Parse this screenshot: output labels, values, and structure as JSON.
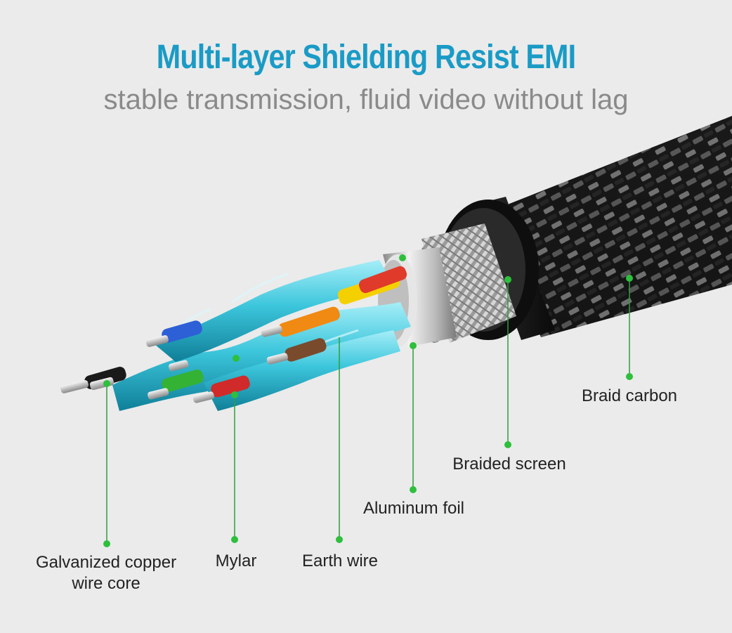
{
  "headline": {
    "title": "Multi-layer Shielding Resist EMI",
    "subtitle": "stable transmission, fluid video without lag"
  },
  "callouts": {
    "galvanized_line1": "Galvanized copper",
    "galvanized_line2": "wire core",
    "mylar": "Mylar",
    "earth_wire": "Earth wire",
    "aluminum_foil": "Aluminum foil",
    "braided_screen": "Braided screen",
    "braid_carbon": "Braid carbon"
  },
  "colors": {
    "title": "#1a9bc6",
    "subtitle": "#8a8a8a",
    "background": "#ebebeb",
    "leader_line": "#2e9e3c",
    "leader_dot": "#2ebf3c",
    "mylar_blue": "#3cc6dc",
    "copper": "#c8c8c8",
    "jacket": "#1a1a1a"
  }
}
